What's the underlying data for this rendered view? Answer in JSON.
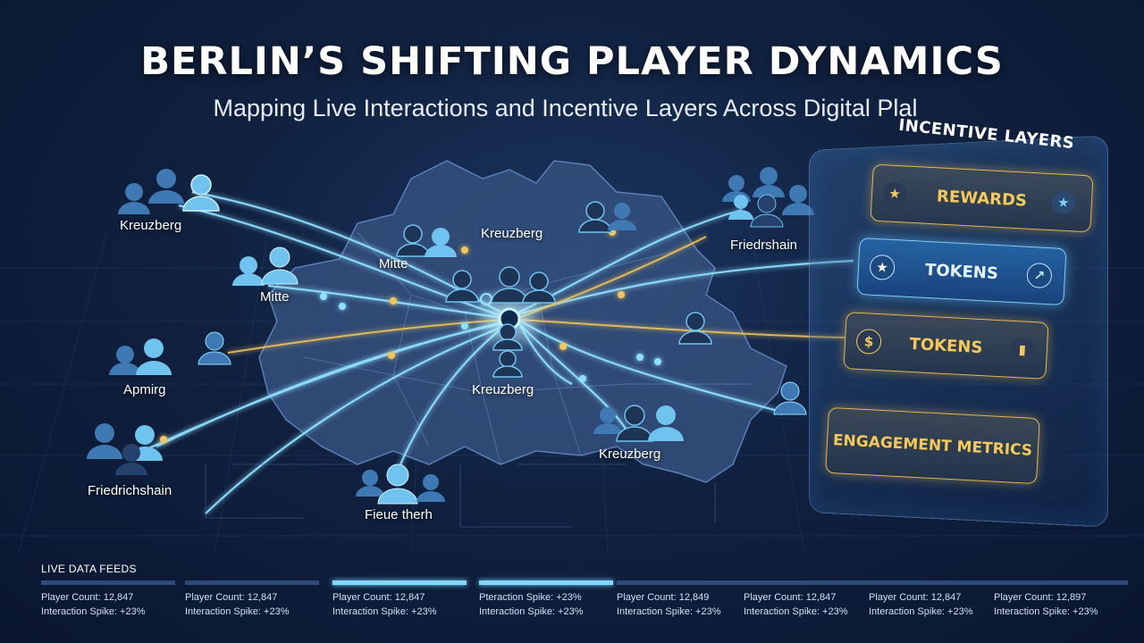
{
  "title": "BERLIN’S SHIFTING PLAYER DYNAMICS",
  "subtitle": "Mapping Live Interactions and Incentive Layers Across Digital Plal",
  "locations": [
    {
      "label": "Kreuzberg"
    },
    {
      "label": "Mitte"
    },
    {
      "label": "Apmirg"
    },
    {
      "label": "Friedrichshain"
    },
    {
      "label": "Mitte"
    },
    {
      "label": "Kreuzberg"
    },
    {
      "label": "Kreuzberg"
    },
    {
      "label": "Fieue therh"
    },
    {
      "label": "Kreuzberg"
    },
    {
      "label": "Friedrshain"
    }
  ],
  "incentive_panel": {
    "title": "INCENTIVE LAYERS",
    "cards": [
      {
        "label": "REWARDS",
        "style": "gold",
        "left_icon": "star-icon",
        "right_icon": "star-icon"
      },
      {
        "label": "TOKENS",
        "style": "blue",
        "left_icon": "star-icon",
        "right_icon": "trend-icon"
      },
      {
        "label": "TOKENS",
        "style": "gold",
        "left_icon": "dollar-icon",
        "right_icon": "bar-chart-icon"
      },
      {
        "label": "ENGAGEMENT METRICS",
        "style": "gold",
        "left_icon": "",
        "right_icon": ""
      }
    ]
  },
  "live_feeds": {
    "title": "LIVE DATA FEEDS",
    "items": [
      {
        "line1": "Player Count: 12,847",
        "line2": "Interaction Spike: +23%",
        "highlight": false
      },
      {
        "line1": "Player Count: 12,847",
        "line2": "Interaction Spike: +23%",
        "highlight": false
      },
      {
        "line1": "Player Count: 12,847",
        "line2": "Interaction Spike: +23%",
        "highlight": true
      },
      {
        "line1": "Pteraction Spike: +23%",
        "line2": "Interaction Spike: +23%",
        "highlight": true
      },
      {
        "line1": "Player Count: 12,849",
        "line2": "Interaction Spike: +23%",
        "highlight": false
      },
      {
        "line1": "Player Count: 12,847",
        "line2": "Interaction Spike: +23%",
        "highlight": false
      },
      {
        "line1": "Player Count: 12,847",
        "line2": "Interaction Spike: +23%",
        "highlight": false
      },
      {
        "line1": "Player Count: 12,897",
        "line2": "Interaction Spike: +23%",
        "highlight": false
      }
    ]
  },
  "colors": {
    "background": "#10213f",
    "flow_blue": "#8fe0ff",
    "flow_gold": "#f2c55a",
    "map_fill": "#34507d",
    "person_light": "#6fc3ee",
    "person_dark": "#1d3454"
  }
}
